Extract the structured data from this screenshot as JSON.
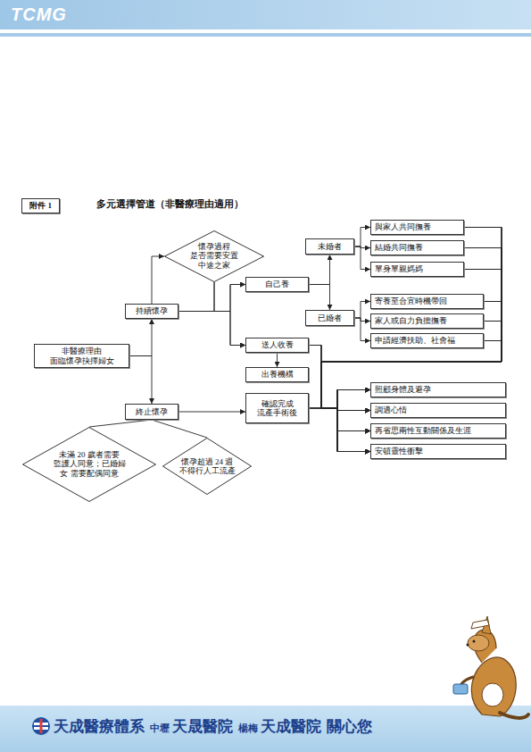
{
  "diagram": {
    "title": "多元選擇管道（非醫療理由適用）",
    "nodes": [
      {
        "text": [
          "附件 1"
        ]
      },
      {
        "text": [
          "非醫療理由 面臨懷孕抉擇婦女"
        ]
      },
      {
        "text": [
          "持續懷孕"
        ]
      },
      {
        "text": [
          "懷孕過程 是否需要安置 中途之家"
        ]
      },
      {
        "text": [
          "自己養"
        ]
      },
      {
        "text": [
          "未婚者"
        ]
      },
      {
        "text": [
          "已婚者"
        ]
      },
      {
        "text": [
          "與家人共同撫養"
        ]
      },
      {
        "text": [
          "結婚共同撫養"
        ]
      },
      {
        "text": [
          "單身單親媽媽"
        ]
      },
      {
        "text": [
          "寄養至合宜時機帶回"
        ]
      },
      {
        "text": [
          "家人或自力負擔撫養"
        ]
      },
      {
        "text": [
          "申請經濟扶助、社會福"
        ]
      },
      {
        "text": [
          "送人收養"
        ]
      },
      {
        "text": [
          "出養機構"
        ]
      },
      {
        "text": [
          "終止懷孕"
        ]
      },
      {
        "text": [
          "確認完成 流產手術後"
        ]
      },
      {
        "text": [
          "照顧身體及避孕"
        ]
      },
      {
        "text": [
          "調適心情"
        ]
      },
      {
        "text": [
          "再省思兩性互動關係及生涯"
        ]
      },
      {
        "text": [
          "安頓靈性衝擊"
        ]
      },
      {
        "text": [
          "未滿 20 歲者需要 監護人同意；已婚婦 女 需要配偶同意"
        ]
      },
      {
        "text": [
          "懷孕超過 24 週 不得行人工流產"
        ]
      }
    ],
    "edges": [
      {
        "from": 1,
        "to": 2,
        "arrow": "to"
      },
      {
        "from": 1,
        "to": 15,
        "arrow": "to"
      },
      {
        "from": 2,
        "to": 3,
        "arrow": "to"
      },
      {
        "from": 2,
        "to": 4,
        "arrow": "to"
      },
      {
        "from": 2,
        "to": 13,
        "arrow": "to"
      },
      {
        "from": 3,
        "to": 4,
        "arrow": "to"
      },
      {
        "from": 3,
        "to": 13,
        "arrow": "to"
      },
      {
        "from": 4,
        "to": 5,
        "arrow": "to"
      },
      {
        "from": 4,
        "to": 6,
        "arrow": "to"
      },
      {
        "from": 5,
        "to": 7,
        "arrow": "to"
      },
      {
        "from": 5,
        "to": 8,
        "arrow": "to"
      },
      {
        "from": 5,
        "to": 9,
        "arrow": "to"
      },
      {
        "from": 6,
        "to": 10,
        "arrow": "to"
      },
      {
        "from": 6,
        "to": 11,
        "arrow": "to"
      },
      {
        "from": 6,
        "to": 12,
        "arrow": "to"
      },
      {
        "from": 13,
        "to": 14,
        "arrow": "to"
      },
      {
        "from": 15,
        "to": 16,
        "arrow": "to"
      },
      {
        "from": 15,
        "to": 21,
        "arrow": "none"
      },
      {
        "from": 15,
        "to": 22,
        "arrow": "none"
      },
      {
        "from": 7,
        "to": 17,
        "arrow": "to"
      },
      {
        "from": 7,
        "to": 18,
        "arrow": "to"
      },
      {
        "from": 7,
        "to": 19,
        "arrow": "to"
      },
      {
        "from": 7,
        "to": 20,
        "arrow": "to"
      },
      {
        "from": 8,
        "to": 17,
        "arrow": "to"
      },
      {
        "from": 8,
        "to": 18,
        "arrow": "to"
      },
      {
        "from": 8,
        "to": 19,
        "arrow": "to"
      },
      {
        "from": 8,
        "to": 20,
        "arrow": "to"
      },
      {
        "from": 9,
        "to": 17,
        "arrow": "to"
      },
      {
        "from": 9,
        "to": 18,
        "arrow": "to"
      },
      {
        "from": 9,
        "to": 19,
        "arrow": "to"
      },
      {
        "from": 9,
        "to": 20,
        "arrow": "to"
      },
      {
        "from": 10,
        "to": 17,
        "arrow": "to"
      },
      {
        "from": 10,
        "to": 18,
        "arrow": "to"
      },
      {
        "from": 10,
        "to": 19,
        "arrow": "to"
      },
      {
        "from": 10,
        "to": 20,
        "arrow": "to"
      },
      {
        "from": 11,
        "to": 17,
        "arrow": "to"
      },
      {
        "from": 11,
        "to": 18,
        "arrow": "to"
      },
      {
        "from": 11,
        "to": 19,
        "arrow": "to"
      },
      {
        "from": 11,
        "to": 20,
        "arrow": "to"
      },
      {
        "from": 12,
        "to": 17,
        "arrow": "to"
      },
      {
        "from": 12,
        "to": 18,
        "arrow": "to"
      },
      {
        "from": 12,
        "to": 19,
        "arrow": "to"
      },
      {
        "from": 12,
        "to": 20,
        "arrow": "to"
      },
      {
        "from": 13,
        "to": 17,
        "arrow": "to"
      },
      {
        "from": 13,
        "to": 18,
        "arrow": "to"
      },
      {
        "from": 13,
        "to": 19,
        "arrow": "to"
      },
      {
        "from": 13,
        "to": 20,
        "arrow": "to"
      },
      {
        "from": 16,
        "to": 17,
        "arrow": "to"
      },
      {
        "from": 16,
        "to": 18,
        "arrow": "to"
      },
      {
        "from": 16,
        "to": 19,
        "arrow": "to"
      },
      {
        "from": 16,
        "to": 20,
        "arrow": "to"
      }
    ],
    "labels": [
      "TCMG",
      "天成醫療體系",
      "中壢",
      "天晟醫院",
      "楊梅",
      "天成醫院",
      "關心您"
    ]
  }
}
